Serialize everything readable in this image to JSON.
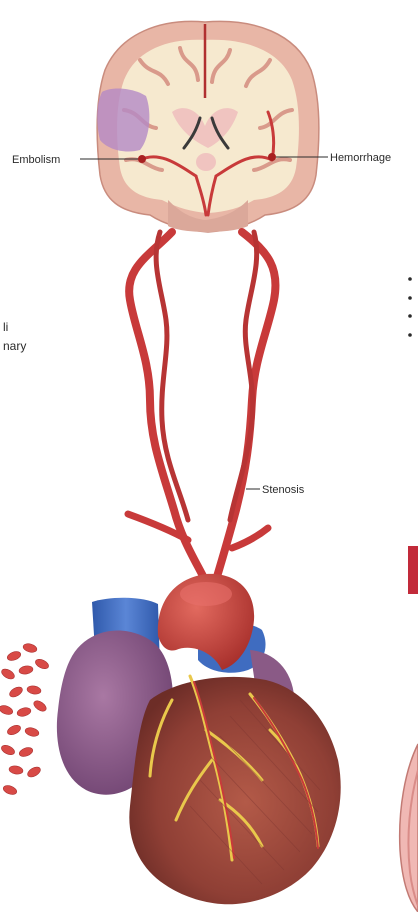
{
  "labels": {
    "embolism": "Embolism",
    "hemorrhage": "Hemorrhage",
    "stenosis": "Stenosis"
  },
  "side_text": {
    "line1": "li",
    "line2": "nary"
  },
  "colors": {
    "brain_outer": "#e8b6a6",
    "brain_inner": "#f6e9cf",
    "artery": "#c83a3a",
    "aorta": "#c9403c",
    "vein_blue": "#3f6cc0",
    "heart_muscle": "#9e4a3e",
    "atrium_purple": "#8a5a86",
    "coronary_yellow": "#e9c84c",
    "embolism_patch": "#b48ac6",
    "rbc": "#d84a46",
    "accent_bar": "#c22a3a"
  }
}
